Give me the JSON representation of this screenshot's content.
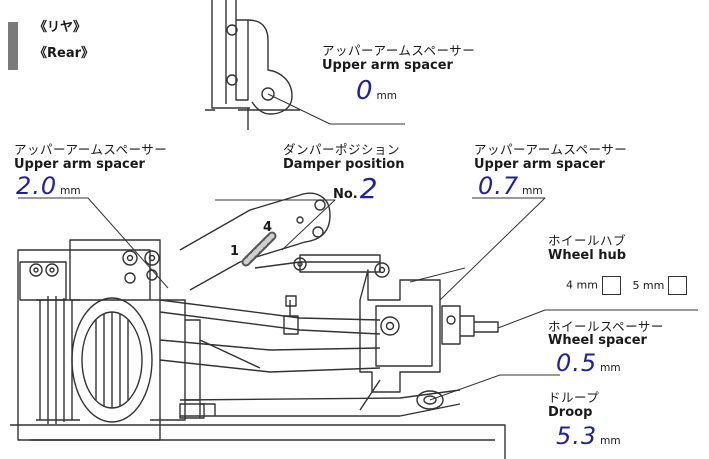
{
  "section": {
    "jp": "《リヤ》",
    "en": "《Rear》"
  },
  "upper_arm_top": {
    "jp": "アッパーアームスペーサー",
    "en": "Upper arm spacer",
    "value": "0",
    "unit": "mm"
  },
  "upper_arm_left": {
    "jp": "アッパーアームスペーサー",
    "en": "Upper arm spacer",
    "value": "2.0",
    "unit": "mm"
  },
  "damper": {
    "jp": "ダンパーポジション",
    "en": "Damper position",
    "prefix": "No.",
    "value": "2",
    "hole_1": "1",
    "hole_4": "4"
  },
  "upper_arm_right": {
    "jp": "アッパーアームスペーサー",
    "en": "Upper arm spacer",
    "value": "0.7",
    "unit": "mm"
  },
  "wheel_hub": {
    "jp": "ホイールハブ",
    "en": "Wheel hub",
    "opt1": "4 mm",
    "opt2": "5 mm"
  },
  "wheel_spacer": {
    "jp": "ホイールスペーサー",
    "en": "Wheel spacer",
    "value": "0.5",
    "unit": "mm"
  },
  "droop": {
    "jp": "ドループ",
    "en": "Droop",
    "value": "5.3",
    "unit": "mm"
  },
  "colors": {
    "handwriting": "#1f1fa8",
    "line": "#333333",
    "marker": "#7a7a7a"
  }
}
